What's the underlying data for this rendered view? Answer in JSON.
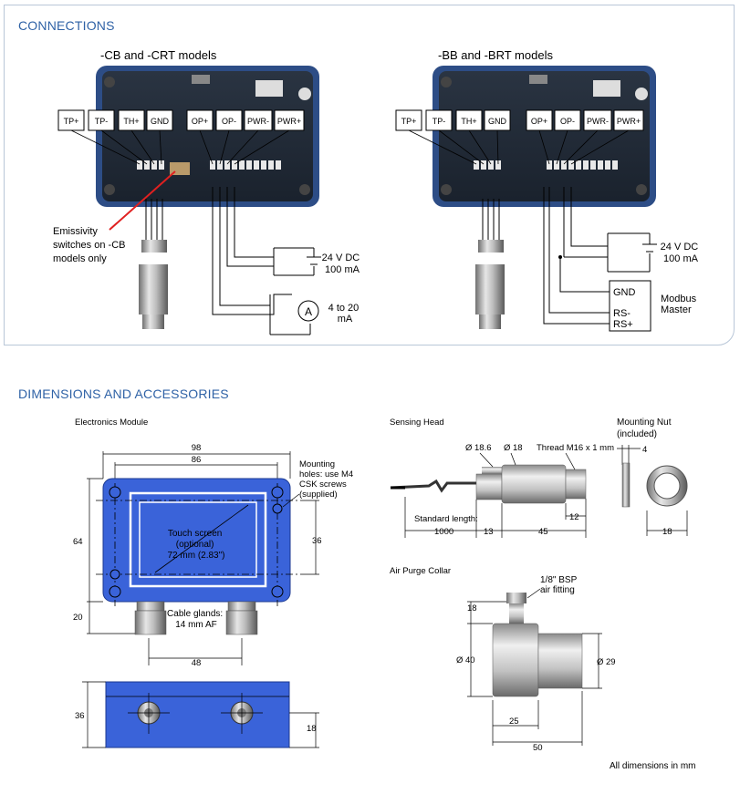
{
  "connections": {
    "title": "CONNECTIONS",
    "left": {
      "title": "-CB and -CRT models",
      "terminals": [
        "TP+",
        "TP-",
        "TH+",
        "GND",
        "OP+",
        "OP-",
        "PWR-",
        "PWR+"
      ],
      "emissivity_note": [
        "Emissivity",
        "switches on -CB",
        "models only"
      ],
      "power": [
        "24 V DC",
        "100 mA"
      ],
      "ammeter": "A",
      "current": [
        "4 to 20",
        "mA"
      ]
    },
    "right": {
      "title": "-BB and -BRT models",
      "terminals": [
        "TP+",
        "TP-",
        "TH+",
        "GND",
        "OP+",
        "OP-",
        "PWR-",
        "PWR+"
      ],
      "power": [
        "24 V DC",
        "100 mA"
      ],
      "modbus_pins": [
        "GND",
        "RS-",
        "RS+"
      ],
      "modbus_label": [
        "Modbus",
        "Master"
      ]
    }
  },
  "dimensions": {
    "title": "DIMENSIONS AND ACCESSORIES",
    "electronics_module": {
      "title": "Electronics Module",
      "dim_98": "98",
      "dim_86": "86",
      "dim_64": "64",
      "dim_36": "36",
      "dim_20": "20",
      "dim_48": "48",
      "dim_36_side": "36",
      "dim_18_side": "18",
      "mounting_note": [
        "Mounting",
        "holes: use M4",
        "CSK screws",
        "(supplied)"
      ],
      "touch_screen": [
        "Touch screen",
        "(optional)",
        "72 mm (2.83\")"
      ],
      "cable_glands": [
        "Cable glands:",
        "14 mm AF"
      ]
    },
    "sensing_head": {
      "title": "Sensing Head",
      "d186": "Ø 18.6",
      "d18": "Ø 18",
      "thread": "Thread M16 x 1 mm",
      "standard_length": "Standard length:",
      "len_1000": "1000",
      "len_13": "13",
      "len_45": "45",
      "len_12": "12"
    },
    "mounting_nut": {
      "title": [
        "Mounting Nut",
        "(included)"
      ],
      "dim_4": "4",
      "dim_18": "18"
    },
    "air_purge_collar": {
      "title": "Air Purge Collar",
      "fitting": [
        "1/8\" BSP",
        "air fitting"
      ],
      "dim_18": "18",
      "d40": "Ø 40",
      "d29": "Ø 29",
      "dim_25": "25",
      "dim_50": "50"
    },
    "footer": "All dimensions in mm"
  },
  "colors": {
    "accent_title": "#2f62a6",
    "module_blue": "#3a63d9",
    "board_dark": "#1f2b3a",
    "red_pointer": "#e02020"
  }
}
